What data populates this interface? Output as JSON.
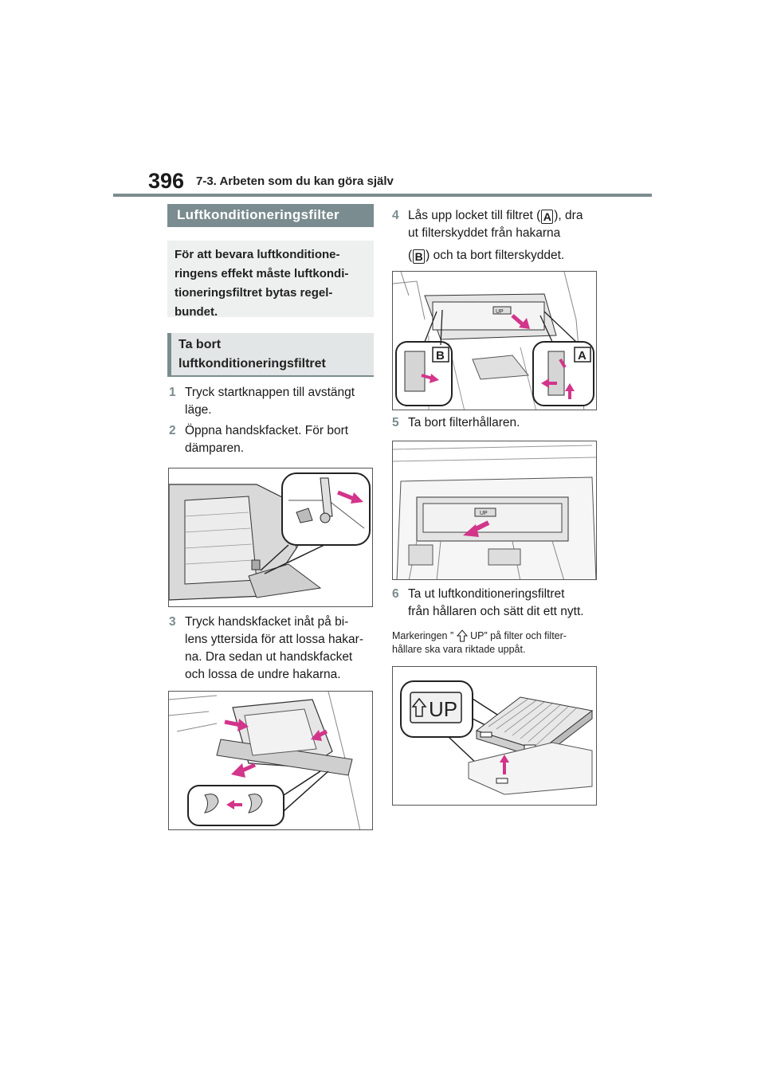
{
  "header": {
    "page_number": "396",
    "chapter": "7-3. Arbeten som du kan göra själv"
  },
  "section": {
    "title": "Luftkonditioneringsfilter",
    "intro_lines": [
      "För att bevara luftkonditione-",
      "ringens effekt måste luftkondi-",
      "tioneringsfiltret bytas regel-",
      "bundet."
    ]
  },
  "subsection": {
    "title_lines": [
      "Ta bort",
      "luftkonditioneringsfiltret"
    ]
  },
  "steps": [
    {
      "num": "1",
      "lines": [
        "Tryck startknappen till avstängt",
        "läge."
      ]
    },
    {
      "num": "2",
      "lines": [
        "Öppna handskfacket. För bort",
        "dämparen."
      ]
    },
    {
      "num": "3",
      "lines": [
        "Tryck handskfacket inåt på bi-",
        "lens yttersida för att lossa hakar-",
        "na. Dra sedan ut handskfacket",
        "och lossa de undre hakarna."
      ]
    },
    {
      "num": "4",
      "line1_pre": "Lås upp locket till filtret (",
      "line1_post": "), dra",
      "line2": "ut filterskyddet från hakarna",
      "line3_pre": "(",
      "line3_post": ") och ta bort filterskyddet."
    },
    {
      "num": "5",
      "lines": [
        "Ta bort filterhållaren."
      ]
    },
    {
      "num": "6",
      "lines": [
        "Ta ut luftkonditioneringsfiltret",
        "från hållaren och sätt dit ett nytt."
      ]
    }
  ],
  "callouts": {
    "a": "A",
    "b": "B"
  },
  "figure_labels": {
    "up_mark": "UP"
  },
  "note": {
    "line1_pre": "Markeringen ”",
    "line1_post": "UP” på filter och filter-",
    "line2": "hållare ska vara riktade uppåt."
  }
}
